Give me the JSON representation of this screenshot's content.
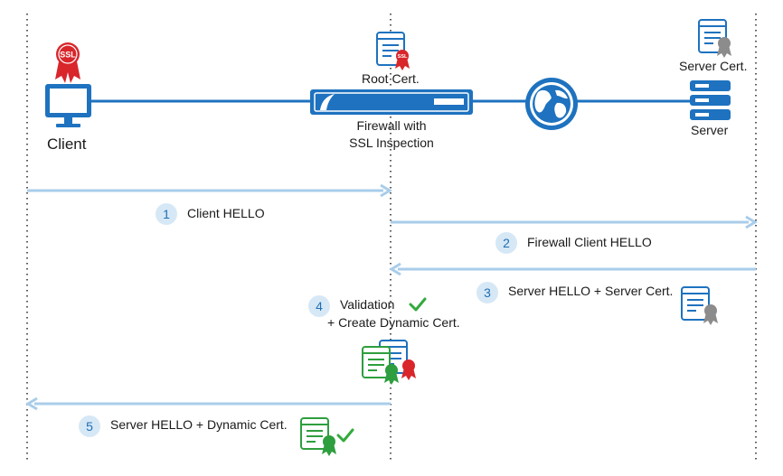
{
  "nodes": {
    "client": "Client",
    "root_cert": "Root Cert.",
    "firewall": [
      "Firewall with",
      "SSL Inspection"
    ],
    "server_cert": "Server Cert.",
    "server": "Server",
    "ssl_badge": "SSL"
  },
  "steps": [
    {
      "number": "1",
      "label": "Client HELLO"
    },
    {
      "number": "2",
      "label": "Firewall Client HELLO"
    },
    {
      "number": "3",
      "label": "Server HELLO + Server Cert."
    },
    {
      "number": "4",
      "label": [
        "Validation",
        "+ Create Dynamic Cert."
      ]
    },
    {
      "number": "5",
      "label": "Server HELLO + Dynamic Cert."
    }
  ],
  "colors": {
    "primary_blue": "#1e72bf",
    "arrow_blue": "#a9cdea",
    "badge_bg": "#d6e8f6",
    "badge_text": "#1f6fb5",
    "ssl_red": "#d8262b",
    "cert_gray": "#8c8c8c",
    "dynamic_green": "#2e9e3e",
    "check_green": "#33aa3c"
  }
}
